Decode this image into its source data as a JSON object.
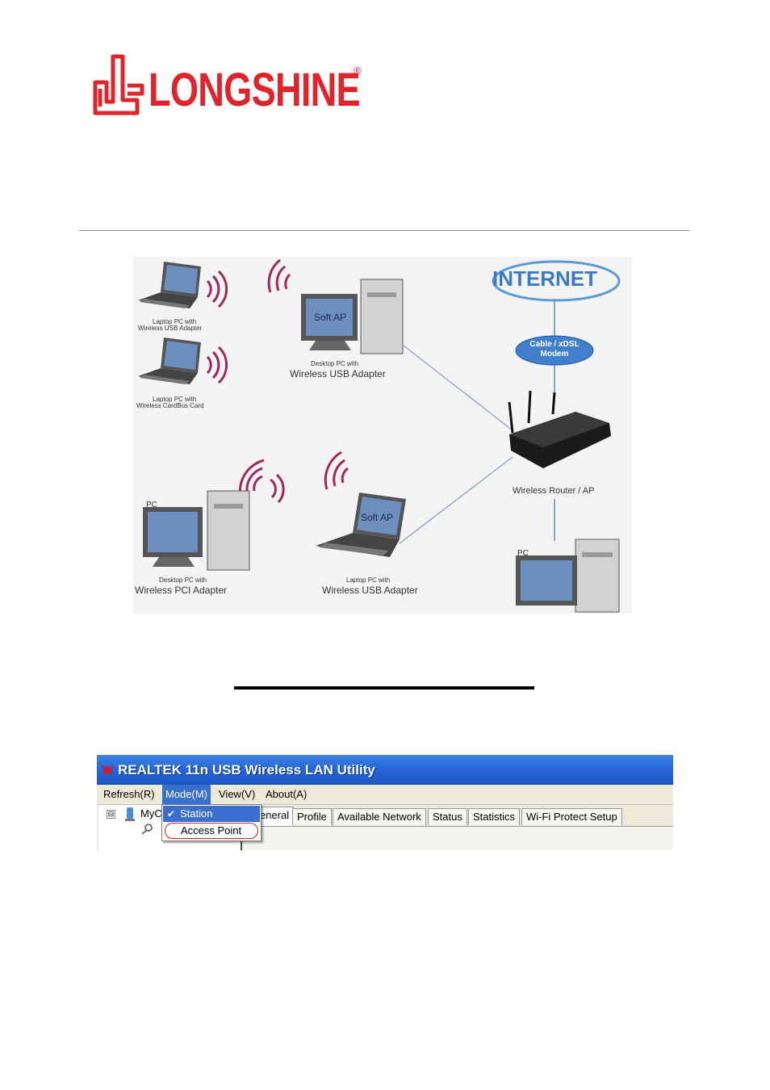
{
  "brand": {
    "name": "LONGSHINE",
    "registered": "®",
    "color": "#e0242b"
  },
  "diagram": {
    "internet": "INTERNET",
    "modem": "Cable / xDSL Modem",
    "router": "Wireless Router / AP",
    "soft_ap_desktop": "Soft AP",
    "soft_ap_laptop": "Soft AP",
    "laptop1_small": "Laptop PC with",
    "laptop1_name": "Wireless USB Adapter",
    "laptop2_small": "Laptop PC with",
    "laptop2_name": "Wireless CardBus Card",
    "desktop_small": "Desktop PC with",
    "desktop_name": "Wireless USB Adapter",
    "pc_left_tag": "PC",
    "pc_left_small": "Desktop PC with",
    "pc_left_name": "Wireless PCI Adapter",
    "laptop3_small": "Laptop PC with",
    "laptop3_name": "Wireless USB Adapter",
    "pc_right_tag": "PC"
  },
  "utility": {
    "title": "REALTEK 11n USB Wireless LAN Utility",
    "menu": {
      "refresh": "Refresh(R)",
      "mode": "Mode(M)",
      "view": "View(V)",
      "about": "About(A)"
    },
    "tree": {
      "expander": "⊟",
      "root_label": "MyC"
    },
    "mode_menu": {
      "station": "Station",
      "station_check": "✔",
      "access_point": "Access Point"
    },
    "tabs": {
      "general": "eneral",
      "profile": "Profile",
      "available": "Available Network",
      "status": "Status",
      "statistics": "Statistics",
      "wps": "Wi-Fi Protect Setup"
    }
  }
}
